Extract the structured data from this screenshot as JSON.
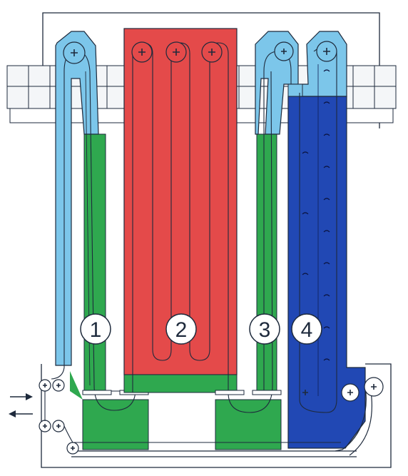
{
  "diagram": {
    "stage_labels": [
      {
        "id": "1",
        "text": "1",
        "circle_fill": "#ffffff",
        "text_color": "#1e2a3c"
      },
      {
        "id": "2",
        "text": "2",
        "circle_fill": "#ffffff",
        "text_color": "#1e2a3c"
      },
      {
        "id": "3",
        "text": "3",
        "circle_fill": "#ffffff",
        "text_color": "#1e2a3c"
      },
      {
        "id": "4",
        "text": "4",
        "circle_fill": "#ffffff",
        "text_color": "#1e2a3c"
      }
    ],
    "colors": {
      "light_blue": "#7cc6ea",
      "green": "#2fa84f",
      "red": "#e44a4a",
      "dark_blue": "#2148b4",
      "outline": "#1e2a3c",
      "frame_grid": "#e9ecef"
    },
    "icons": [
      "plus-roller-icon",
      "arrow-in-icon",
      "arrow-out-icon"
    ]
  }
}
